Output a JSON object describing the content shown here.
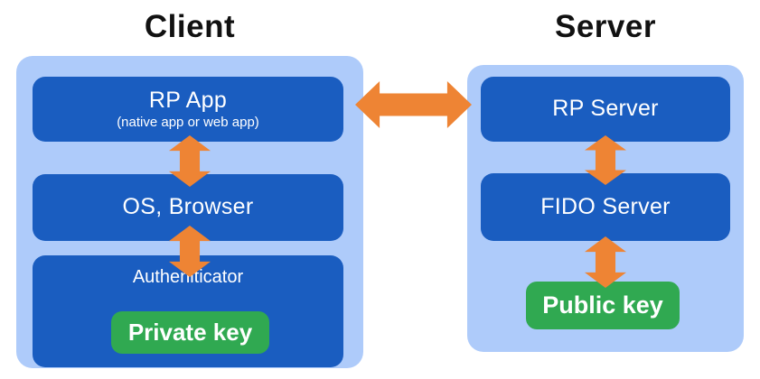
{
  "colors": {
    "container_bg": "#aecbfa",
    "box_bg": "#1a5dc0",
    "key_bg": "#30a951",
    "arrow": "#ee8434",
    "title_text": "#111111",
    "box_text": "#ffffff"
  },
  "client": {
    "title": "Client",
    "boxes": {
      "rp_app": {
        "label": "RP App",
        "sublabel": "(native app or web app)"
      },
      "os_browser": {
        "label": "OS, Browser"
      },
      "authenticator": {
        "label": "Autheniticator",
        "key_label": "Private key"
      }
    }
  },
  "server": {
    "title": "Server",
    "boxes": {
      "rp_server": {
        "label": "RP Server"
      },
      "fido_server": {
        "label": "FIDO Server"
      },
      "public_key": {
        "label": "Public key"
      }
    }
  }
}
